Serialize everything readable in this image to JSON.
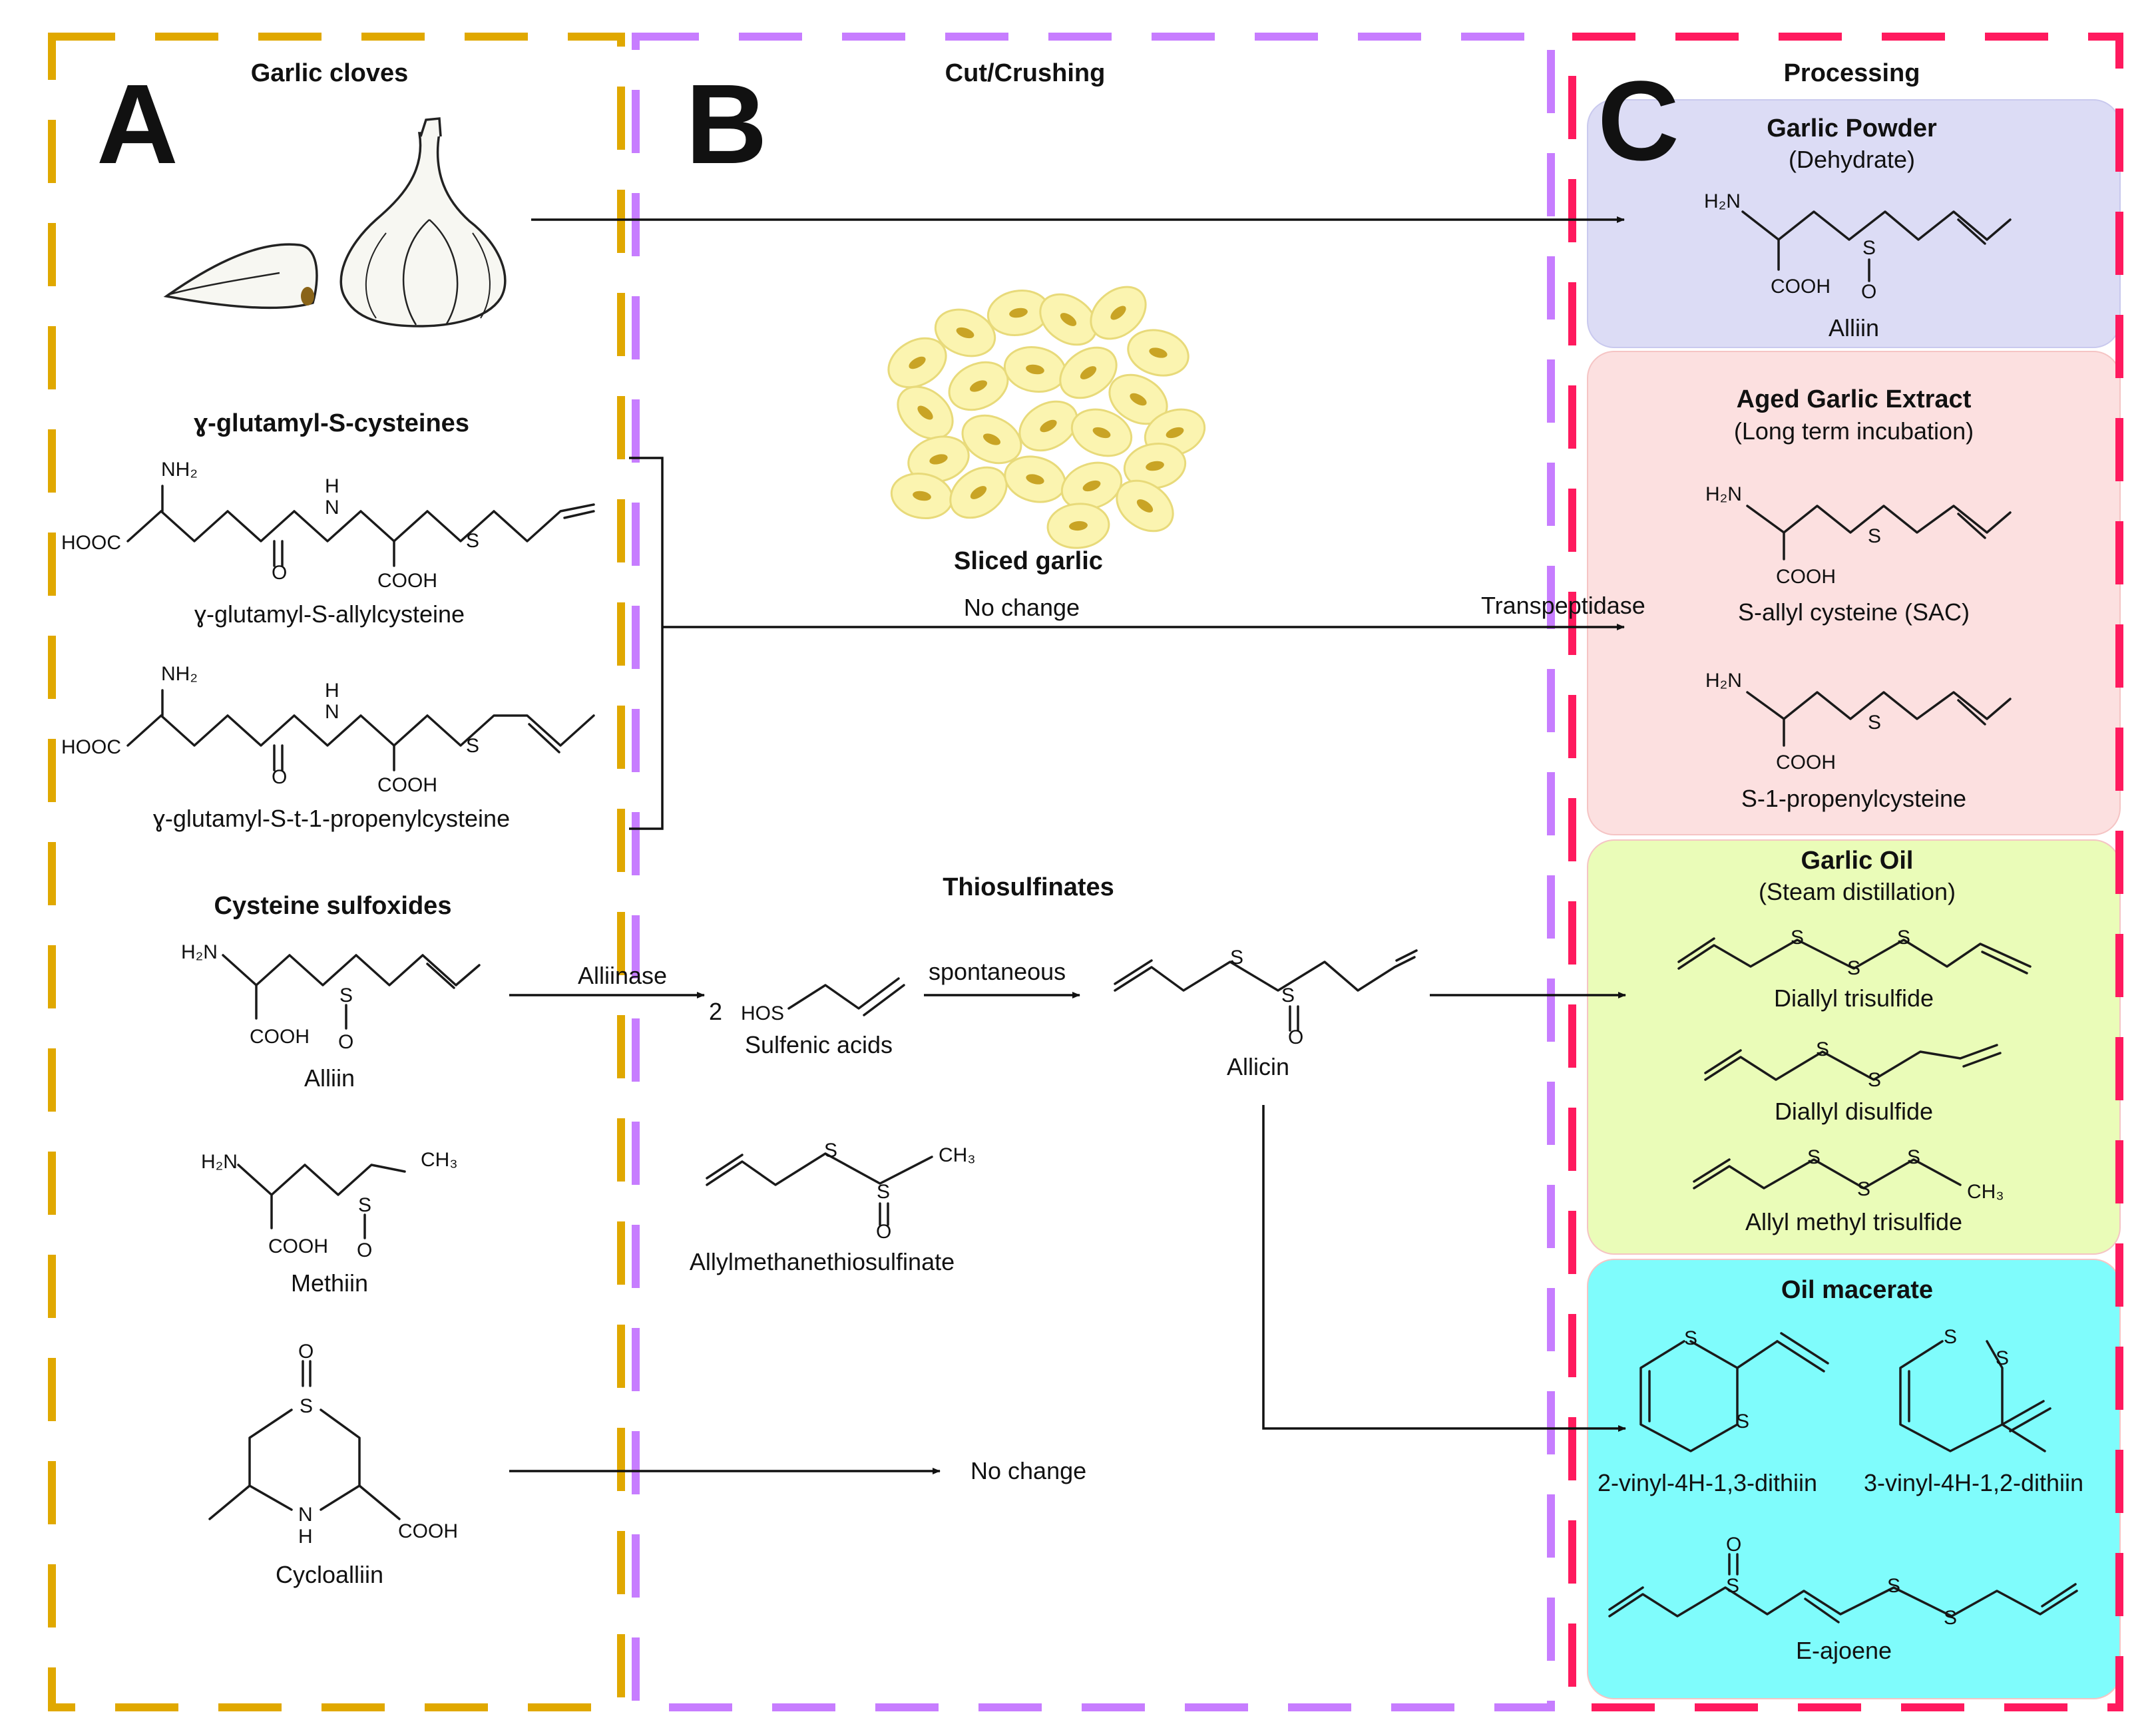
{
  "panels": {
    "A": {
      "letter": "A",
      "title": "Garlic cloves",
      "border_color": "#e0a800"
    },
    "B": {
      "letter": "B",
      "title": "Cut/Crushing",
      "border_color": "#c77dff"
    },
    "C": {
      "letter": "C",
      "title": "Processing",
      "border_color": "#ff1a5e"
    }
  },
  "panel_a": {
    "gamma_heading": "ɣ-glutamyl-S-cysteines",
    "gamma1": {
      "name": "ɣ-glutamyl-S-allylcysteine",
      "nh2": "NH₂",
      "hooc": "HOOC",
      "h": "H",
      "n": "N",
      "o": "O",
      "cooh": "COOH",
      "s": "S"
    },
    "gamma2": {
      "name": "ɣ-glutamyl-S-t-1-propenylcysteine",
      "nh2": "NH₂",
      "hooc": "HOOC",
      "h": "H",
      "n": "N",
      "o": "O",
      "cooh": "COOH",
      "s": "S"
    },
    "cys_heading": "Cysteine sulfoxides",
    "alliin": {
      "name": "Alliin",
      "h2n": "H₂N",
      "cooh": "COOH",
      "s": "S",
      "o": "O"
    },
    "methiin": {
      "name": "Methiin",
      "h2n": "H₂N",
      "cooh": "COOH",
      "s": "S",
      "o": "O",
      "ch3": "CH₃"
    },
    "cycloalliin": {
      "name": "Cycloalliin",
      "o": "O",
      "s": "S",
      "n": "N",
      "h": "H",
      "cooh": "COOH"
    }
  },
  "panel_b": {
    "sliced_label": "Sliced garlic",
    "no_change_1": "No change",
    "transpeptidase": "Transpeptidase",
    "thiosulfinates": "Thiosulfinates",
    "alliinase": "Alliinase",
    "two": "2",
    "hos": "HOS",
    "sulfenic_acids": "Sulfenic acids",
    "spontaneous": "spontaneous",
    "allicin": {
      "name": "Allicin",
      "s1": "S",
      "s2": "S",
      "o": "O"
    },
    "amts": {
      "name": "Allylmethanethiosulfinate",
      "s1": "S",
      "s2": "S",
      "o": "O",
      "ch3": "CH₃"
    },
    "no_change_2": "No change"
  },
  "panel_c": {
    "powder": {
      "title": "Garlic Powder",
      "subtitle": "(Dehydrate)",
      "color": "#dcdcf5",
      "compound": {
        "name": "Alliin",
        "h2n": "H₂N",
        "cooh": "COOH",
        "s": "S",
        "o": "O"
      }
    },
    "age": {
      "title": "Aged Garlic Extract",
      "subtitle": "(Long term incubation)",
      "color": "#fce0e0",
      "sac": {
        "name": "S-allyl cysteine (SAC)",
        "h2n": "H₂N",
        "cooh": "COOH",
        "s": "S"
      },
      "s1p": {
        "name": "S-1-propenylcysteine",
        "h2n": "H₂N",
        "cooh": "COOH",
        "s": "S"
      }
    },
    "oil": {
      "title": "Garlic Oil",
      "subtitle": "(Steam distillation)",
      "color": "#eafcb8",
      "dats": {
        "name": "Diallyl trisulfide",
        "s1": "S",
        "s2": "S",
        "s3": "S"
      },
      "dads": {
        "name": "Diallyl disulfide",
        "s1": "S",
        "s2": "S"
      },
      "amts": {
        "name": "Allyl methyl trisulfide",
        "s1": "S",
        "s2": "S",
        "s3": "S",
        "ch3": "CH₃"
      }
    },
    "macerate": {
      "title": "Oil macerate",
      "color": "#7ffcfc",
      "d13": {
        "name": "2-vinyl-4H-1,3-dithiin",
        "s1": "S",
        "s2": "S"
      },
      "d12": {
        "name": "3-vinyl-4H-1,2-dithiin",
        "s1": "S",
        "s2": "S"
      },
      "ajoene": {
        "name": "E-ajoene",
        "o": "O",
        "s1": "S",
        "s2": "S",
        "s3": "S"
      }
    }
  }
}
